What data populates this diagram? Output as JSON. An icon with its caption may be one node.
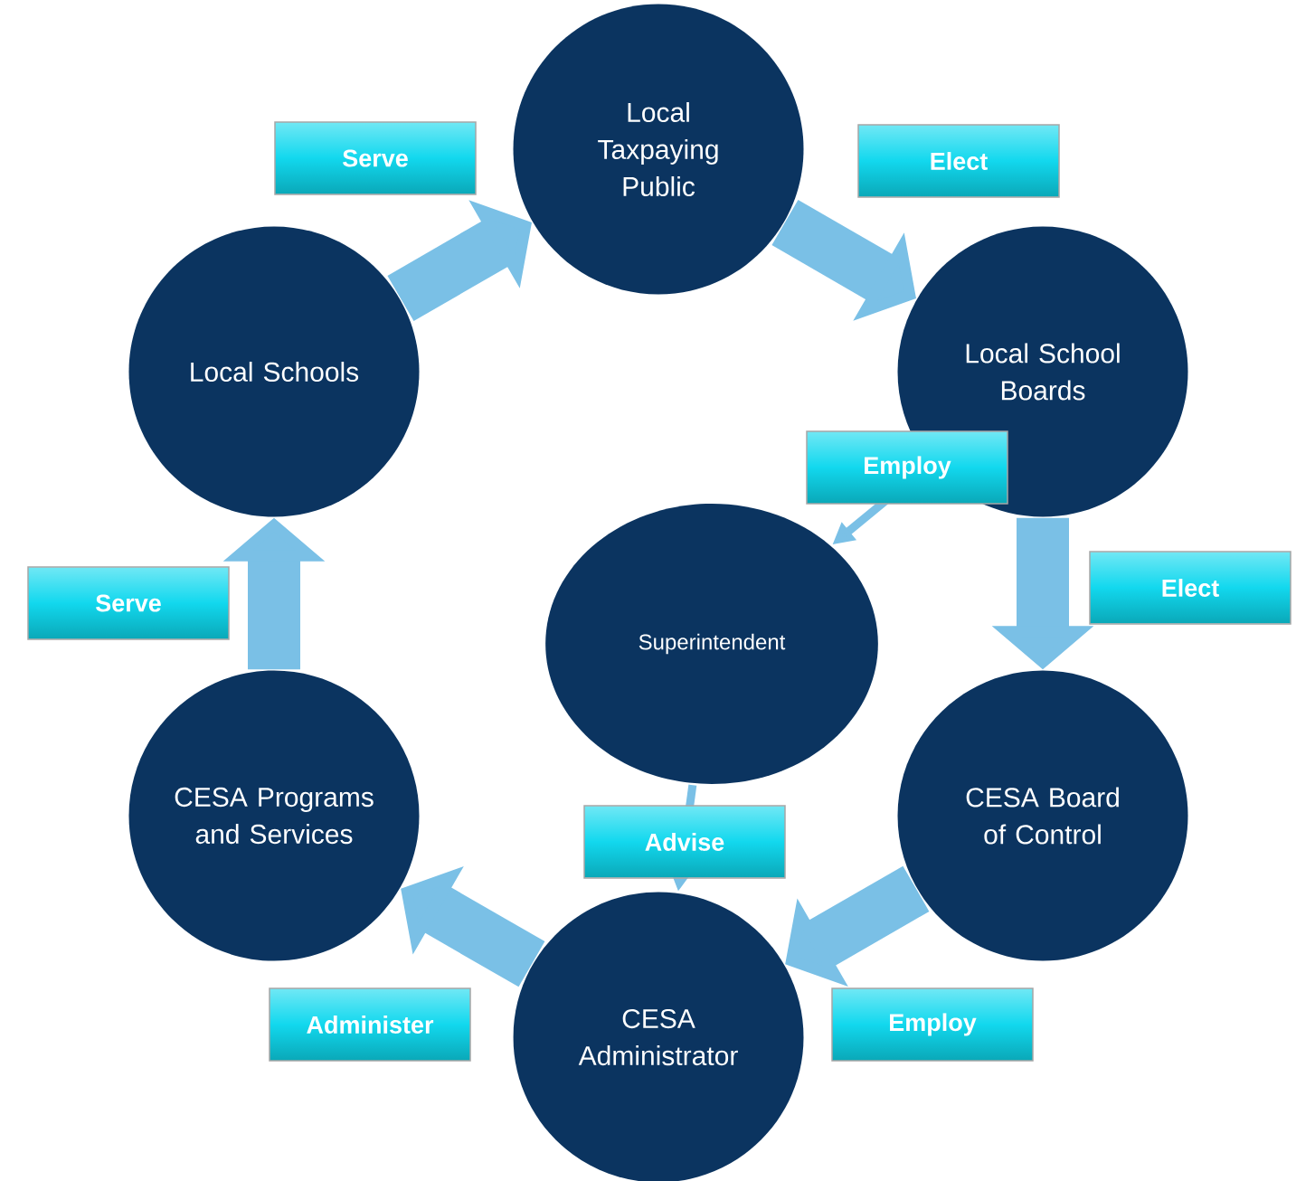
{
  "diagram": {
    "nodes": [
      {
        "text": [
          "Local Taxpaying Public"
        ]
      },
      {
        "text": [
          "Local School Boards"
        ]
      },
      {
        "text": [
          "Local Schools"
        ]
      },
      {
        "text": [
          "Superintendent"
        ]
      },
      {
        "text": [
          "CESA Programs and Services"
        ]
      },
      {
        "text": [
          "CESA Board of Control"
        ]
      },
      {
        "text": [
          "CESA Administrator"
        ]
      }
    ],
    "edges": [
      {
        "from": 0,
        "to": 1,
        "arrow": "to",
        "label": "Elect"
      },
      {
        "from": 1,
        "to": 5,
        "arrow": "to",
        "label": "Elect"
      },
      {
        "from": 5,
        "to": 6,
        "arrow": "to",
        "label": "Employ"
      },
      {
        "from": 6,
        "to": 4,
        "arrow": "to",
        "label": "Administer"
      },
      {
        "from": 4,
        "to": 2,
        "arrow": "to",
        "label": "Serve"
      },
      {
        "from": 2,
        "to": 0,
        "arrow": "to",
        "label": "Serve"
      },
      {
        "from": 1,
        "to": 3,
        "arrow": "to",
        "label": "Employ"
      },
      {
        "from": 3,
        "to": 6,
        "arrow": "to",
        "label": "Advise"
      }
    ]
  }
}
